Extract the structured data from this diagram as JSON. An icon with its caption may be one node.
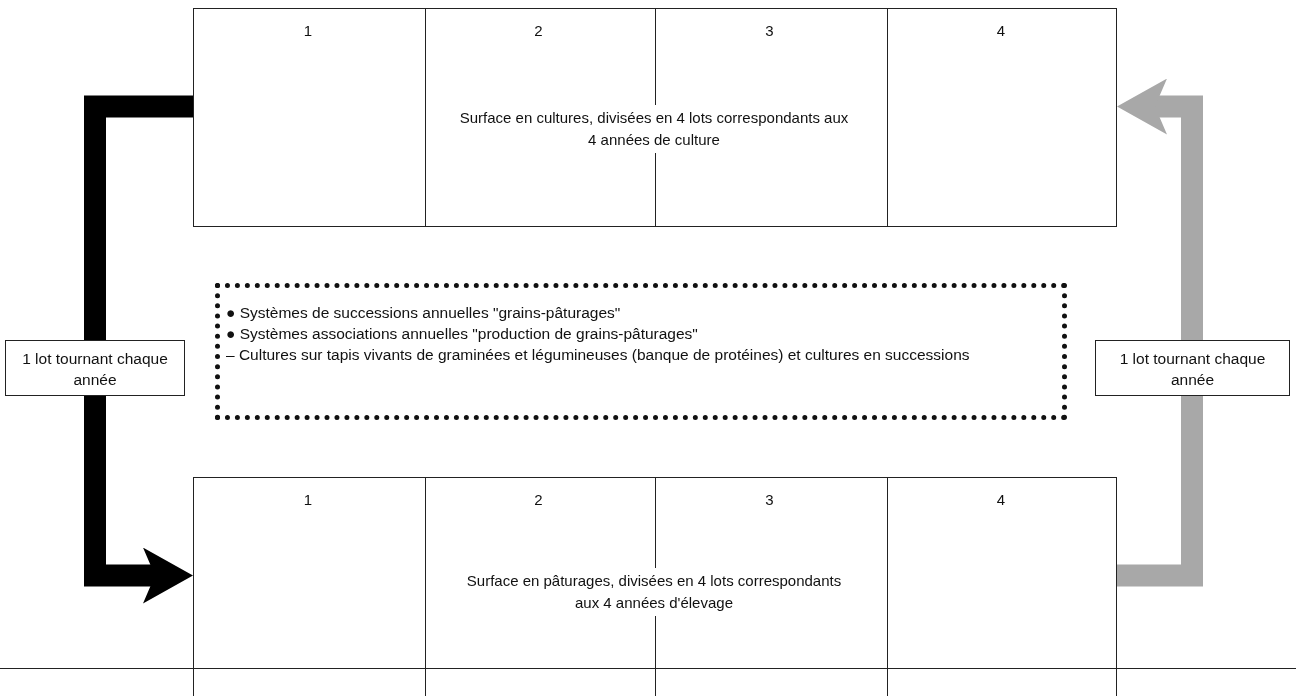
{
  "diagram": {
    "nodes": [
      {
        "text": [
          "Surface en cultures, divisées en 4 lots correspondants aux 4 années de culture"
        ]
      },
      {
        "text": [
          "1"
        ],
        "in": 0
      },
      {
        "text": [
          "2"
        ],
        "in": 0
      },
      {
        "text": [
          "3"
        ],
        "in": 0
      },
      {
        "text": [
          "4"
        ],
        "in": 0
      },
      {
        "text": [
          "Surface en pâturages, divisées en 4 lots correspondants aux 4 années d'élevage"
        ]
      },
      {
        "text": [
          "1"
        ],
        "in": 5
      },
      {
        "text": [
          "2"
        ],
        "in": 5
      },
      {
        "text": [
          "3"
        ],
        "in": 5
      },
      {
        "text": [
          "4"
        ],
        "in": 5
      },
      {
        "text": [
          "● Systèmes de successions annuelles \"grains-pâturages\"",
          "● Systèmes associations annuelles \"production de grains-pâturages\"",
          "– Cultures sur tapis vivants de graminées et légumineuses (banque de protéines) et cultures en successions"
        ]
      }
    ],
    "edges": [
      {
        "from": 0,
        "to": 5,
        "arrow": "to",
        "label": "1 lot tournant chaque année",
        "color": "#000000"
      },
      {
        "from": 5,
        "to": 0,
        "arrow": "to",
        "label": "1 lot tournant chaque année",
        "color": "#a8a8a8"
      }
    ]
  }
}
